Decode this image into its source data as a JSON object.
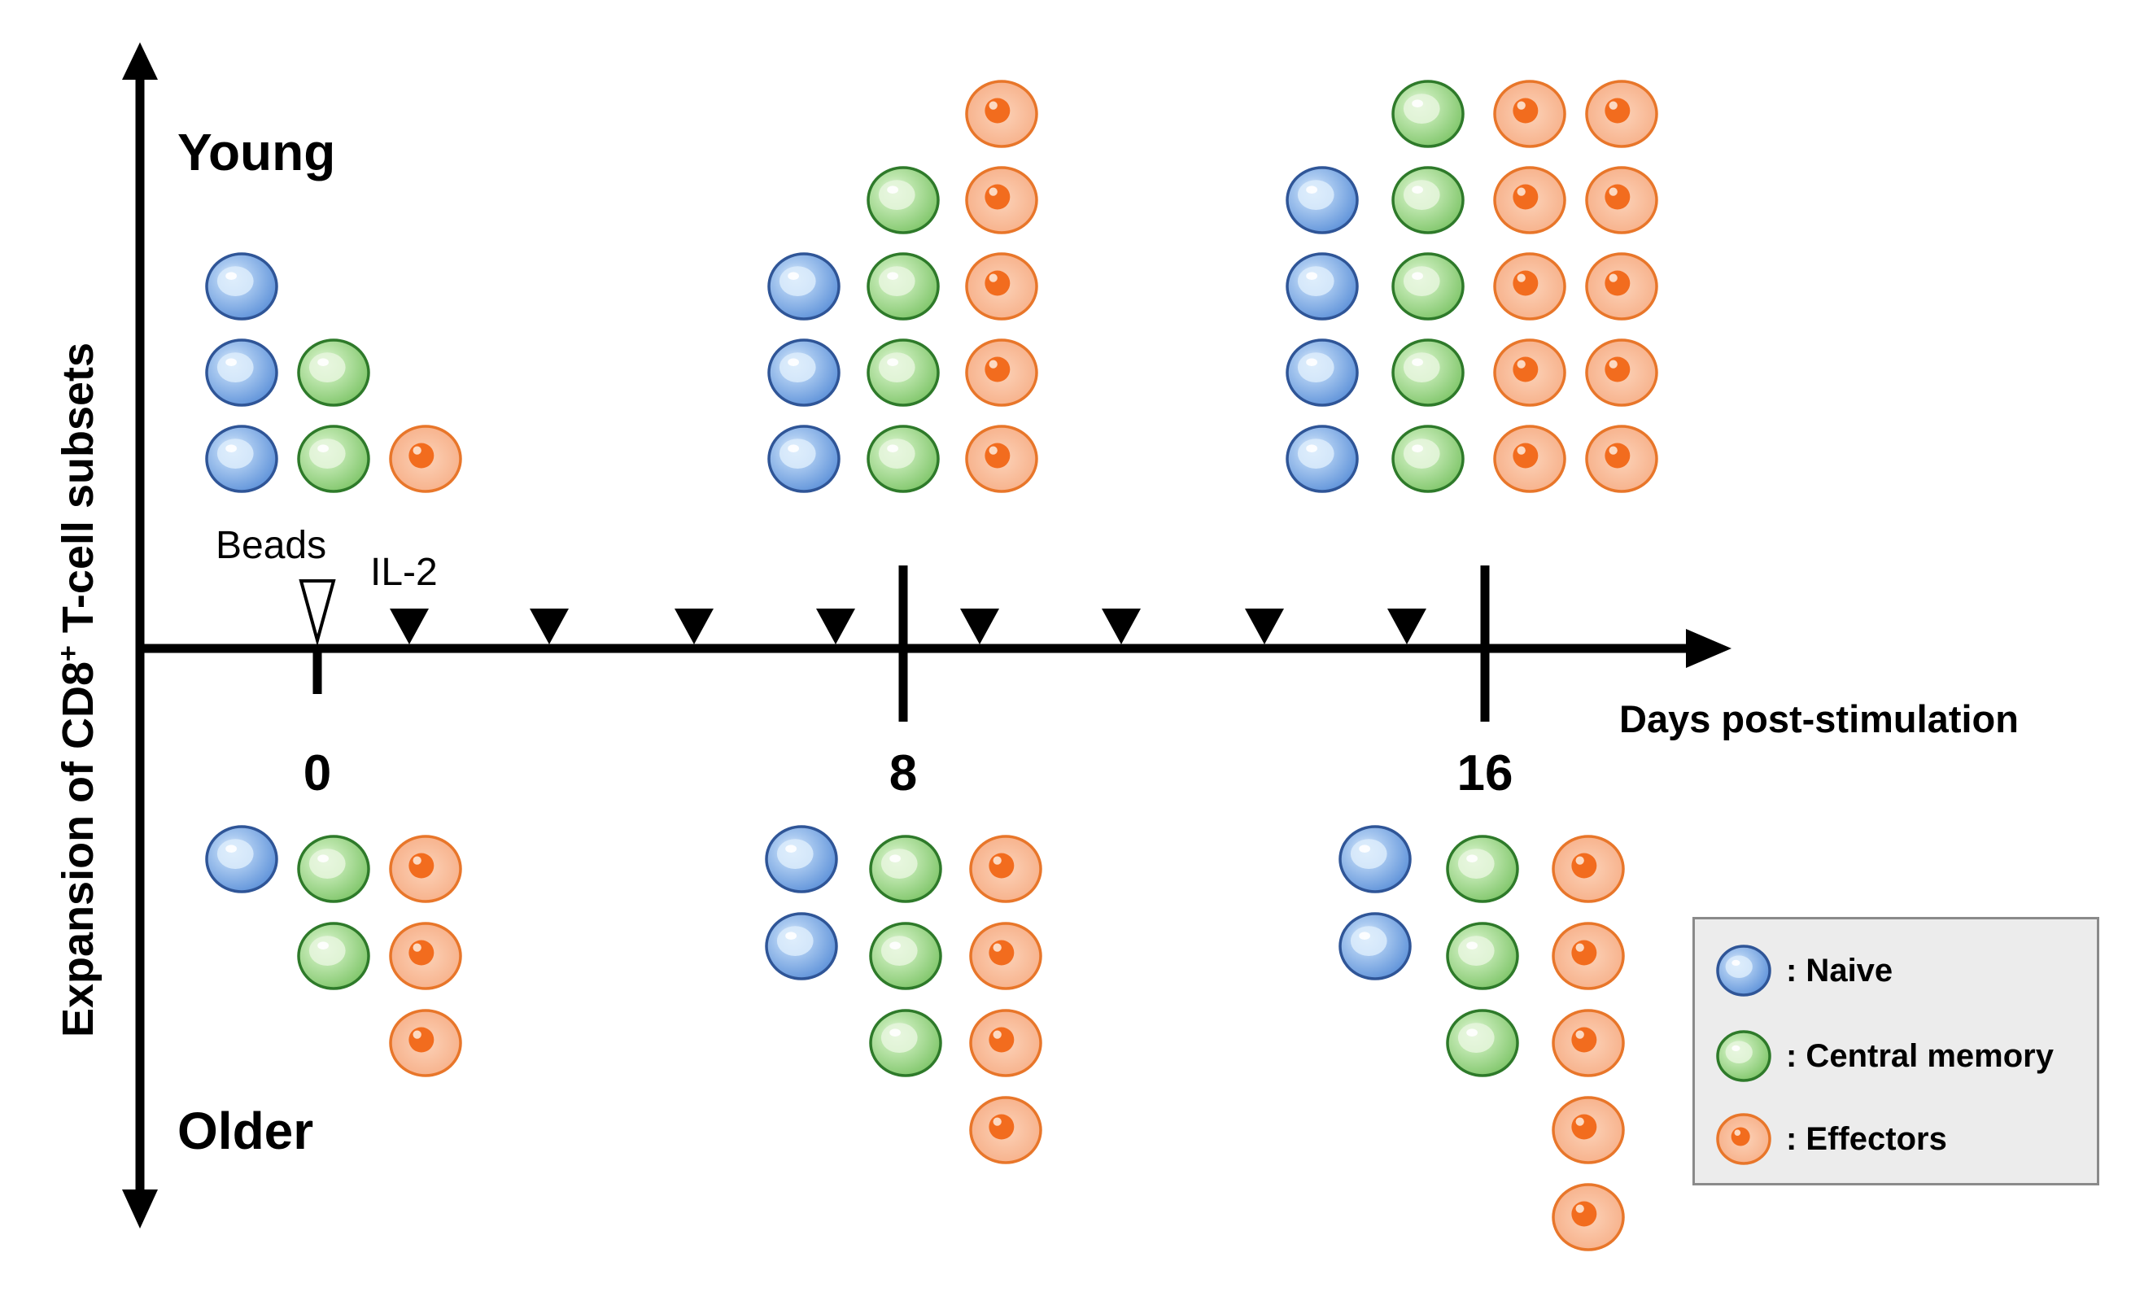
{
  "y_axis_label": {
    "prefix": "Expansion of  CD8",
    "sup": "+",
    "suffix": " T-cell subsets"
  },
  "group_labels": {
    "top": "Young",
    "bottom": "Older"
  },
  "x_axis_label": "Days post-stimulation",
  "day_ticks": [
    "0",
    "8",
    "16"
  ],
  "annotations": {
    "beads": "Beads",
    "il2": "IL-2"
  },
  "legend": [
    {
      "type": "naive",
      "label": ": Naive"
    },
    {
      "type": "central",
      "label": ": Central memory"
    },
    {
      "type": "effector",
      "label": ": Effectors"
    }
  ],
  "cell_colors": {
    "naive": {
      "fill": "#6f9fe0",
      "stroke": "#2f5597",
      "highlight": "#dcecfb"
    },
    "central": {
      "fill": "#8fd07c",
      "stroke": "#2e7a2a",
      "highlight": "#e6f6dd"
    },
    "effector": {
      "fill": "#f8b48f",
      "stroke": "#e8762a",
      "nucleus": "#f26c1e"
    }
  },
  "cell_counts": {
    "young": [
      {
        "day": "0",
        "naive": 3,
        "central": 2,
        "effector": 1
      },
      {
        "day": "8",
        "naive": 3,
        "central": 4,
        "effector": 5
      },
      {
        "day": "16",
        "naive": 4,
        "central": 5,
        "effector": 10
      }
    ],
    "older": [
      {
        "day": "0",
        "naive": 1,
        "central": 2,
        "effector": 3
      },
      {
        "day": "8",
        "naive": 2,
        "central": 3,
        "effector": 4
      },
      {
        "day": "16",
        "naive": 2,
        "central": 3,
        "effector": 5
      }
    ]
  }
}
